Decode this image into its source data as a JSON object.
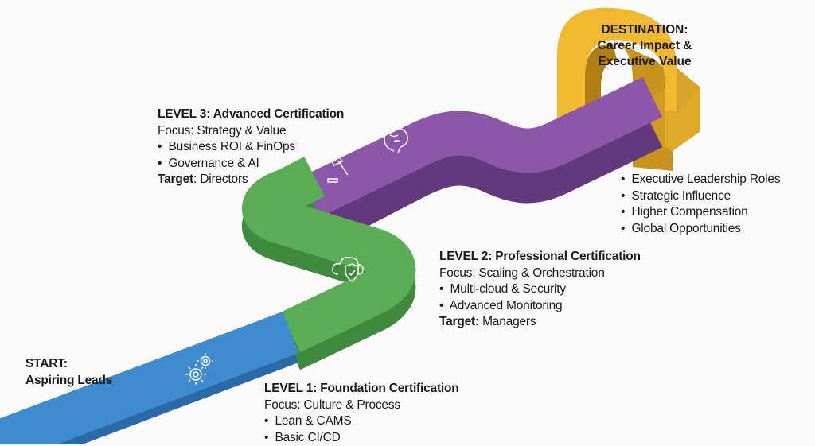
{
  "start": {
    "title": "START:",
    "subtitle": "Aspiring Leads"
  },
  "levels": [
    {
      "title": "LEVEL 1: Foundation Certification",
      "focus": "Focus: Culture & Process",
      "bullets": [
        "Lean & CAMS",
        "Basic CI/CD"
      ],
      "color": "#3e8bd0",
      "icon": "gears-icon"
    },
    {
      "title": "LEVEL 2: Professional Certification",
      "focus": "Focus: Scaling & Orchestration",
      "bullets": [
        "Multi-cloud & Security",
        "Advanced Monitoring"
      ],
      "target_label": "Target:",
      "target_value": "Managers",
      "color": "#5aad55",
      "icon": "cloud-shield-icon"
    },
    {
      "title": "LEVEL 3: Advanced Certification",
      "focus": "Focus: Strategy & Value",
      "bullets": [
        "Business ROI & FinOps",
        "Governance & AI"
      ],
      "target_label": "Target",
      "target_value": ": Directors",
      "color": "#8c57a8",
      "icon": "gavel-icon"
    }
  ],
  "destination": {
    "title": "DESTINATION:",
    "line1": "Career Impact &",
    "line2": "Executive Value",
    "color": "#f0b930",
    "bullets": [
      "Executive Leadership Roles",
      "Strategic Influence",
      "Higher Compensation",
      "Global Opportunities"
    ]
  },
  "bullet_char": "•"
}
